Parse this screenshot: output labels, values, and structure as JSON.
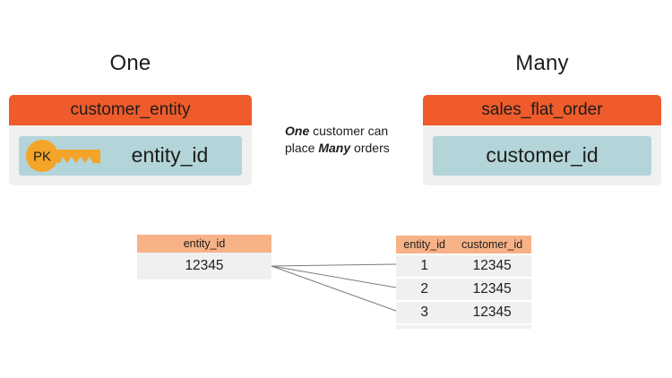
{
  "headings": {
    "one": "One",
    "many": "Many"
  },
  "entity_tables": {
    "one": {
      "title": "customer_entity",
      "field": "entity_id",
      "pk_label": "PK"
    },
    "many": {
      "title": "sales_flat_order",
      "field": "customer_id"
    }
  },
  "note": {
    "bold_one": "One",
    "line1_rest": " customer can",
    "line2_start": "place ",
    "bold_many": "Many",
    "line2_rest": " orders"
  },
  "mini_tables": {
    "one": {
      "header": "entity_id",
      "value": "12345"
    },
    "many": {
      "headers": [
        "entity_id",
        "customer_id"
      ],
      "rows": [
        [
          "1",
          "12345"
        ],
        [
          "2",
          "12345"
        ],
        [
          "3",
          "12345"
        ]
      ]
    }
  },
  "colors": {
    "orange": "#EF5B2B",
    "peach": "#F8B287",
    "teal": "#B3D4D8",
    "panel": "#F0F0F1",
    "gold": "#F4A428",
    "line": "#7D7D7D",
    "ink": "#1D1D1B"
  }
}
